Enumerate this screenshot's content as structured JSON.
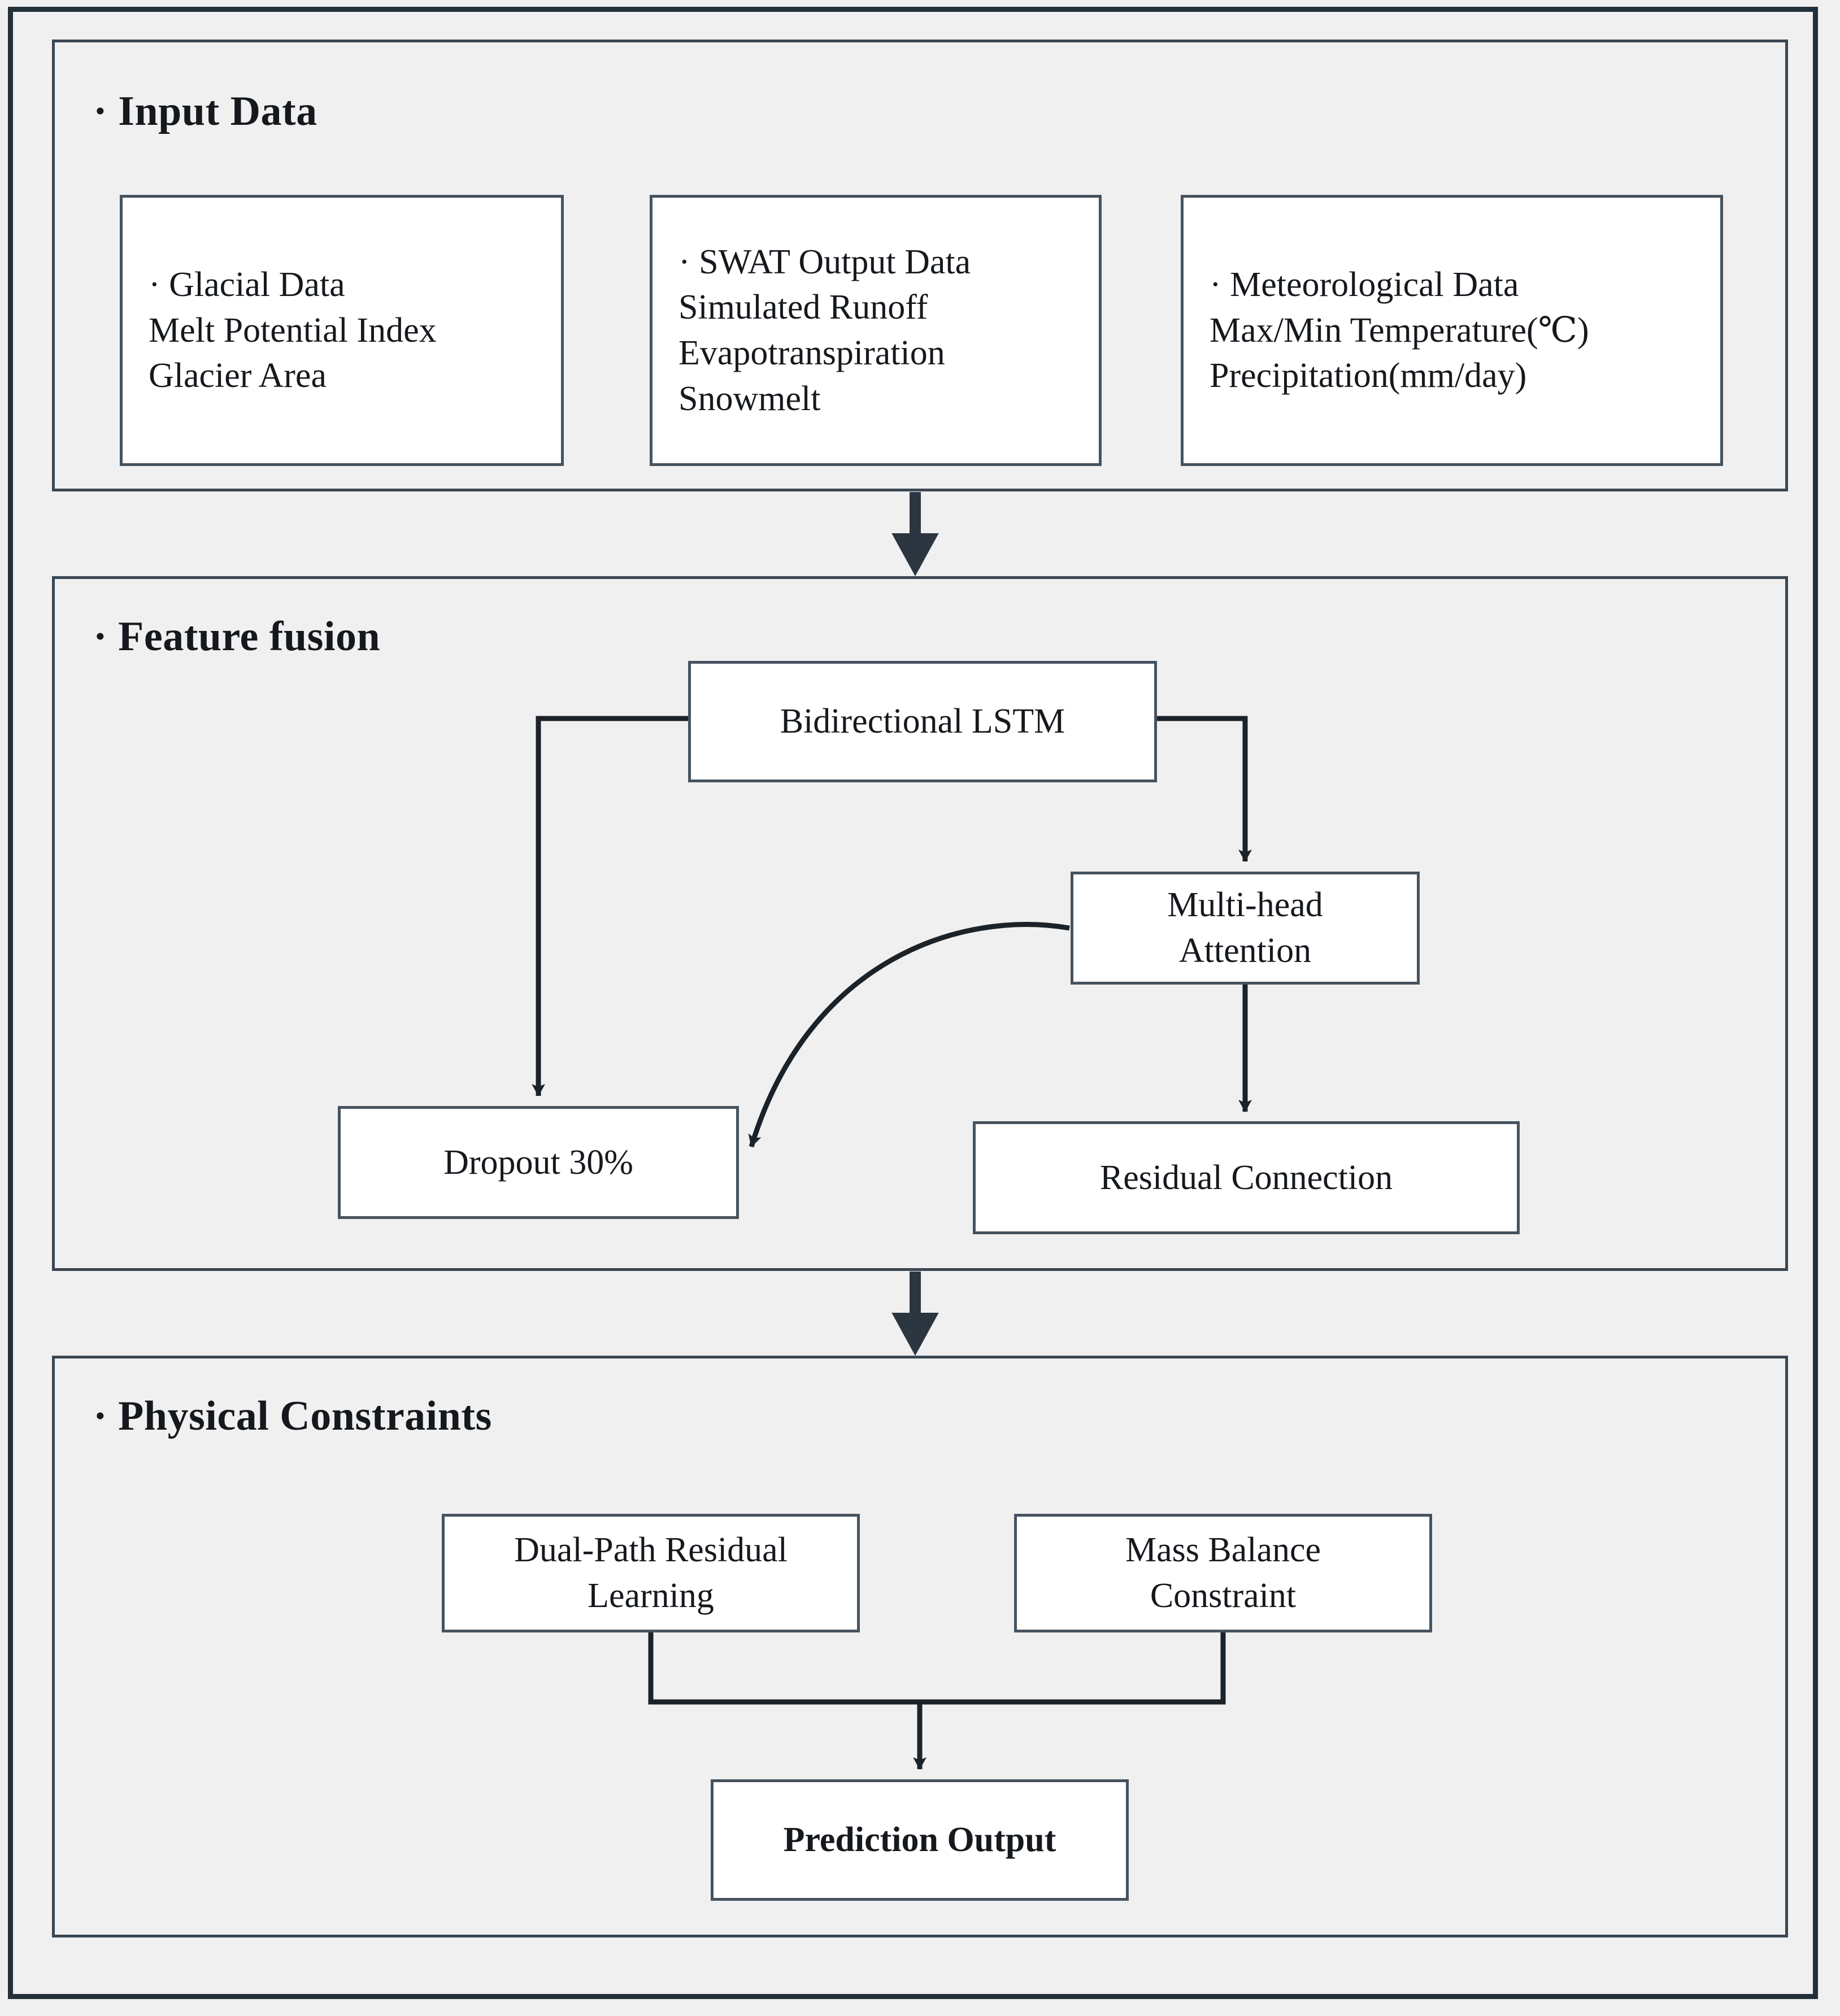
{
  "diagram": {
    "title_bullet": "·",
    "sections": [
      {
        "id": "input-data",
        "title": "· Input Data",
        "boxes": [
          {
            "id": "glacial-data",
            "text": "· Glacial Data\nMelt Potential Index\nGlacier Area"
          },
          {
            "id": "swat-output-data",
            "text": "· SWAT Output Data\nSimulated Runoff\nEvapotranspiration\nSnowmelt"
          },
          {
            "id": "meteorological-data",
            "text": "· Meteorological Data\nMax/Min Temperature(℃)\nPrecipitation(mm/day)"
          }
        ]
      },
      {
        "id": "feature-fusion",
        "title": "· Feature fusion",
        "boxes": [
          {
            "id": "bidirectional-lstm",
            "text": "Bidirectional LSTM"
          },
          {
            "id": "multi-head-attention",
            "text": "Multi-head\nAttention"
          },
          {
            "id": "dropout",
            "text": "Dropout 30%"
          },
          {
            "id": "residual-connection",
            "text": "Residual Connection"
          }
        ]
      },
      {
        "id": "physical-constraints",
        "title": "· Physical Constraints",
        "boxes": [
          {
            "id": "dual-path-residual-learning",
            "text": "Dual-Path Residual\nLearning"
          },
          {
            "id": "mass-balance-constraint",
            "text": "Mass Balance\nConstraint"
          },
          {
            "id": "prediction-output",
            "text": "Prediction Output"
          }
        ]
      }
    ],
    "colors": {
      "background": "#f0f0f0",
      "box_fill": "#ffffff",
      "frame_border": "#23303a",
      "panel_border": "#3a4753",
      "box_border": "#46535f",
      "connector": "#1b2228",
      "text": "#15191d"
    },
    "connectors": [
      {
        "id": "input-to-feature",
        "type": "block-arrow",
        "from": "input-data",
        "to": "feature-fusion"
      },
      {
        "id": "lstm-to-dropout",
        "type": "elbow-arrow",
        "from": "bidirectional-lstm",
        "to": "dropout"
      },
      {
        "id": "lstm-to-attention",
        "type": "elbow-arrow",
        "from": "bidirectional-lstm",
        "to": "multi-head-attention"
      },
      {
        "id": "attention-to-dropout",
        "type": "curved-arrow",
        "from": "multi-head-attention",
        "to": "dropout"
      },
      {
        "id": "attention-to-residual",
        "type": "straight-arrow",
        "from": "multi-head-attention",
        "to": "residual-connection"
      },
      {
        "id": "feature-to-physical",
        "type": "block-arrow",
        "from": "feature-fusion",
        "to": "physical-constraints"
      },
      {
        "id": "dualpath-and-mass-to-prediction",
        "type": "merge-arrow",
        "from": "dual-path-residual-learning,mass-balance-constraint",
        "to": "prediction-output"
      }
    ]
  }
}
